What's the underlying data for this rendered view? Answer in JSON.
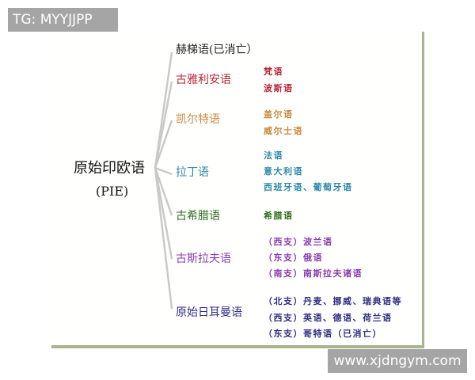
{
  "watermarks": {
    "top_left": "TG: MYYJJPP",
    "bottom_right": "www.xjdngym.com"
  },
  "root": {
    "label": "原始印欧语",
    "abbr": "(PIE)"
  },
  "colors": {
    "hittite": "#222222",
    "indo_iranian": "#b8263a",
    "celtic": "#c98a3c",
    "latin": "#2f87a8",
    "greek": "#2e6e1e",
    "slavic": "#8a3bb0",
    "germanic": "#2f2f86",
    "connector": "#c9c9c9",
    "frame_border": "#a9b48e"
  },
  "branches": [
    {
      "label": "赫梯语(已消亡）",
      "children": []
    },
    {
      "label": "古雅利安语",
      "children": [
        "梵语",
        "波斯语"
      ]
    },
    {
      "label": "凯尔特语",
      "children": [
        "盖尔语",
        "威尔士语"
      ]
    },
    {
      "label": "拉丁语",
      "children": [
        "法语",
        "意大利语",
        "西班牙语、葡萄牙语"
      ]
    },
    {
      "label": "古希腊语",
      "children": [
        "希腊语"
      ]
    },
    {
      "label": "古斯拉夫语",
      "children": [
        "（西支）波兰语",
        "（东支）俄语",
        "（南支）南斯拉夫诸语"
      ]
    },
    {
      "label": "原始日耳曼语",
      "children": [
        "（北支）丹麦、挪威、瑞典语等",
        "（西支）英语、德语、荷兰语",
        "（东支）哥特语（已消亡）"
      ]
    }
  ]
}
